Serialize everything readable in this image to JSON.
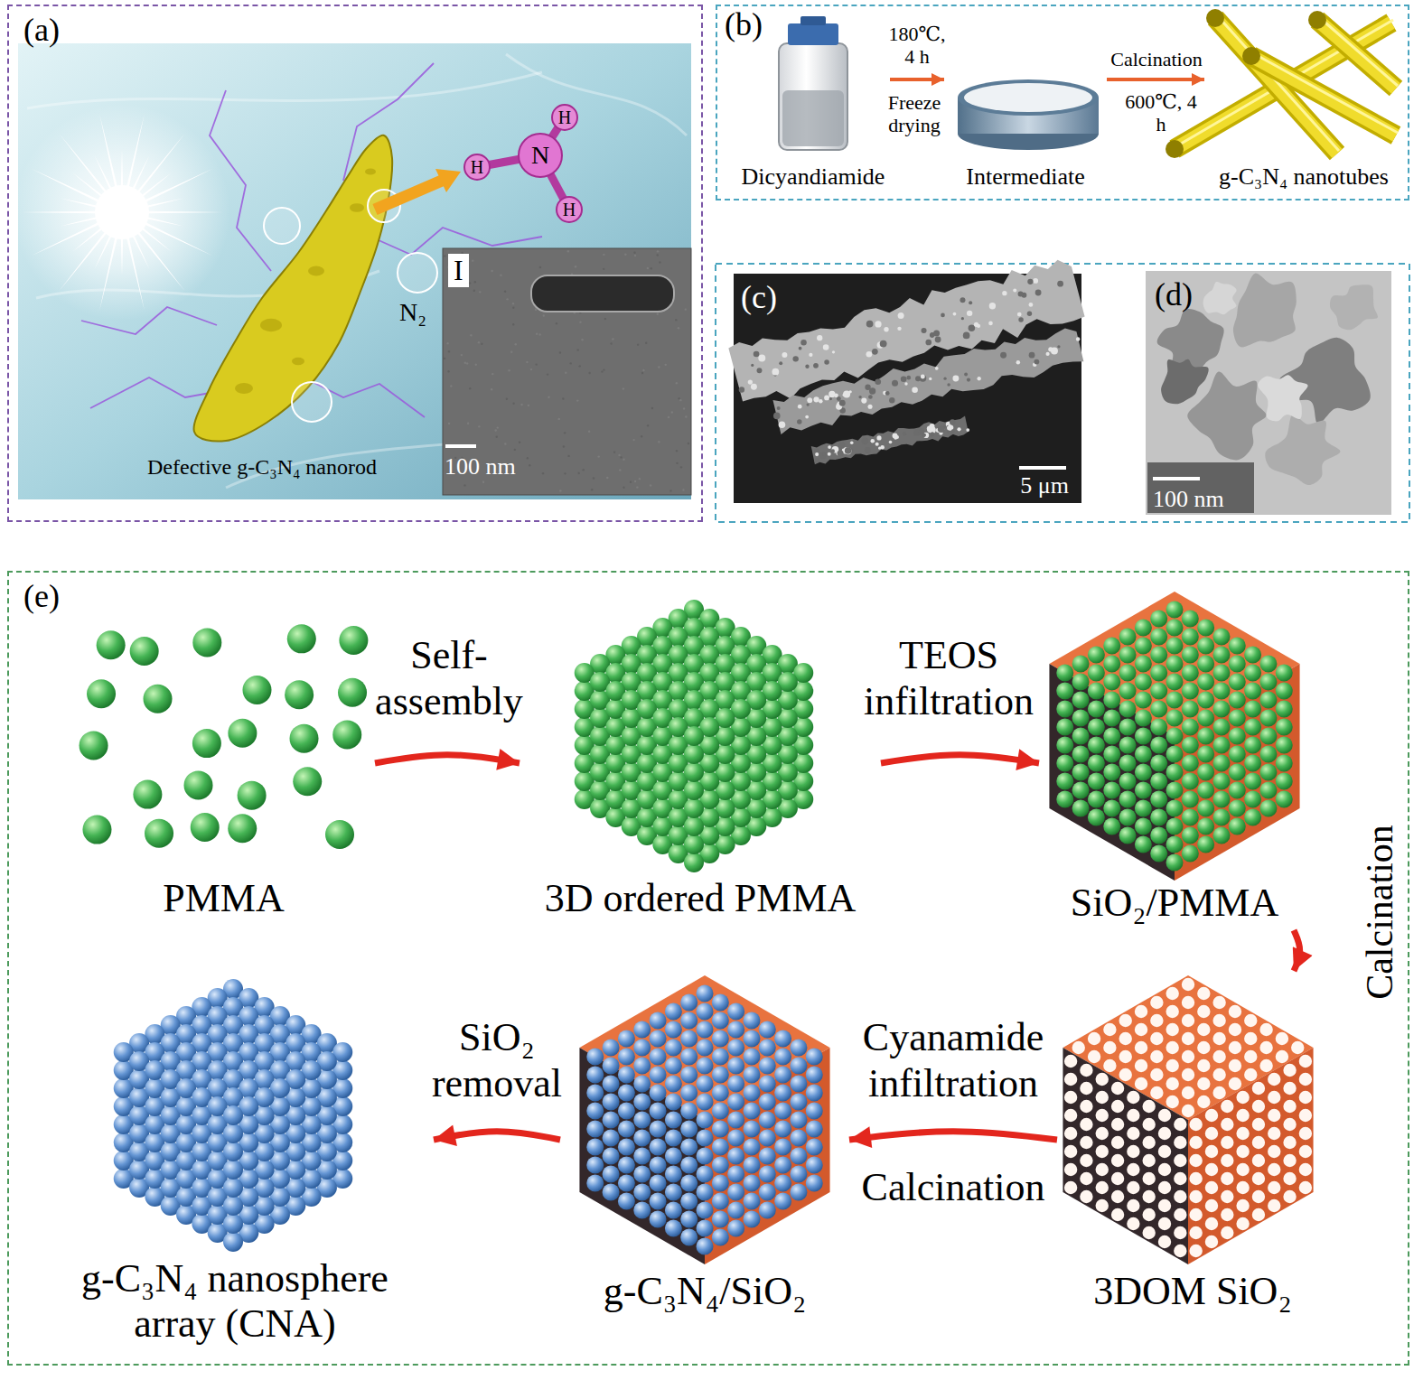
{
  "diagram": {
    "nodes": [
      {
        "text": [
          "(a)"
        ]
      },
      {
        "text": [
          "I",
          "100 nm"
        ],
        "in": 0
      },
      {
        "text": [
          "(b)"
        ]
      },
      {
        "text": [
          "Dicyandiamide"
        ],
        "in": 2
      },
      {
        "text": [
          "Intermediate"
        ],
        "in": 2
      },
      {
        "text": [
          "g-C₃N₄ nanotubes"
        ],
        "in": 2
      },
      {
        "text": [
          "(c)",
          "5 μm"
        ]
      },
      {
        "text": [
          "(d)",
          "100 nm"
        ]
      },
      {
        "text": [
          "(e)"
        ]
      },
      {
        "text": [
          "PMMA"
        ],
        "in": 8
      },
      {
        "text": [
          "3D ordered PMMA"
        ],
        "in": 8
      },
      {
        "text": [
          "SiO₂/PMMA"
        ],
        "in": 8
      },
      {
        "text": [
          "3DOM SiO₂"
        ],
        "in": 8
      },
      {
        "text": [
          "g-C₃N₄/SiO₂"
        ],
        "in": 8
      },
      {
        "text": [
          "g-C₃N₄ nanosphere array (CNA)"
        ],
        "in": 8
      }
    ],
    "edges": [
      {
        "from": 3,
        "to": 4,
        "label": "180℃, 4 h",
        "arrow": "to"
      },
      {
        "from": 4,
        "to": 5,
        "label": "Calcination",
        "arrow": "to"
      },
      {
        "from": 9,
        "to": 10,
        "label": "Self-assembly",
        "arrow": "to"
      },
      {
        "from": 10,
        "to": 11,
        "label": "TEOS infiltration",
        "arrow": "to"
      },
      {
        "from": 11,
        "to": 12,
        "label": "Calcination",
        "arrow": "to"
      },
      {
        "from": 12,
        "to": 13,
        "label": "Cyanamide infiltration",
        "arrow": "to"
      },
      {
        "from": 13,
        "to": 14,
        "label": "SiO₂ removal",
        "arrow": "to"
      }
    ],
    "labels": [
      "Defective g-C₃N₄ nanorod",
      "N₂",
      "H",
      "H",
      "N",
      "H",
      "Freeze drying",
      "600℃, 4 h",
      "Calcination"
    ]
  }
}
